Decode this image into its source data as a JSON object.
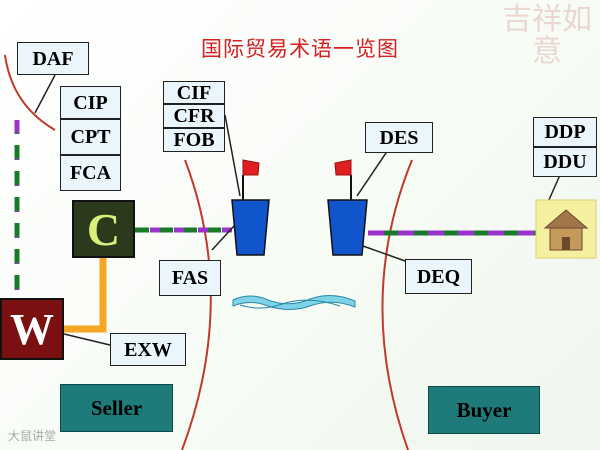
{
  "title": "国际贸易术语一览图",
  "terms": {
    "daf": "DAF",
    "cip": "CIP",
    "cpt": "CPT",
    "fca": "FCA",
    "cif": "CIF",
    "cfr": "CFR",
    "fob": "FOB",
    "des": "DES",
    "ddp": "DDP",
    "ddu": "DDU",
    "fas": "FAS",
    "deq": "DEQ",
    "exw": "EXW"
  },
  "nodes": {
    "carrier": "C",
    "warehouse": "W",
    "seller": "Seller",
    "buyer": "Buyer"
  },
  "watermark": {
    "text": "吉祥如意",
    "source": "大鼠讲堂"
  },
  "colors": {
    "title": "#d42020",
    "tag_bg": "#eaf6fb",
    "carrier_bg": "#2b3a1c",
    "carrier_text": "#d8f07a",
    "warehouse_bg": "#7a1010",
    "party_bg": "#1f7a7a",
    "route_purple": "#9933cc",
    "route_green": "#1a7a2a",
    "orange_link": "#f5a623",
    "ship_hull": "#1155cc",
    "flag": "#e02020",
    "coast": "#c0392b",
    "house_bg": "#f5f0a0"
  }
}
